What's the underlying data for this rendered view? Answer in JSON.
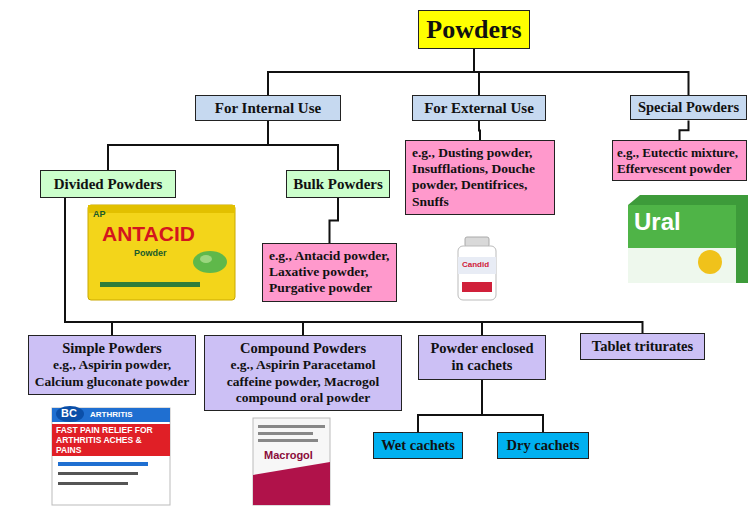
{
  "diagram": {
    "nodes": [
      {
        "text": [
          "Powders"
        ]
      },
      {
        "text": [
          "For Internal Use"
        ]
      },
      {
        "text": [
          "For External Use"
        ]
      },
      {
        "text": [
          "Special Powders"
        ]
      },
      {
        "text": [
          "Divided Powders"
        ]
      },
      {
        "text": [
          "Bulk Powders"
        ]
      },
      {
        "text": [
          "e.g., Dusting powder, Insufflations, Douche powder, Dentifrices, Snuffs"
        ]
      },
      {
        "text": [
          "e.g., Eutectic mixture, Effervescent powder"
        ]
      },
      {
        "text": [
          "e.g., Antacid powder, Laxative powder, Purgative powder"
        ]
      },
      {
        "text": [
          "Simple Powders",
          "e.g., Aspirin powder, Calcium gluconate powder"
        ]
      },
      {
        "text": [
          "Compound Powders",
          "e.g., Aspirin Paracetamol caffeine powder, Macrogol compound oral powder"
        ]
      },
      {
        "text": [
          "Powder enclosed in cachets"
        ]
      },
      {
        "text": [
          "Tablet triturates"
        ]
      },
      {
        "text": [
          "Wet cachets"
        ]
      },
      {
        "text": [
          "Dry cachets"
        ]
      }
    ],
    "edges": [
      {
        "from": 0,
        "to": 1,
        "arrow": "none"
      },
      {
        "from": 0,
        "to": 2,
        "arrow": "none"
      },
      {
        "from": 0,
        "to": 3,
        "arrow": "none"
      },
      {
        "from": 1,
        "to": 4,
        "arrow": "none"
      },
      {
        "from": 1,
        "to": 5,
        "arrow": "none"
      },
      {
        "from": 2,
        "to": 6,
        "arrow": "none"
      },
      {
        "from": 3,
        "to": 7,
        "arrow": "none"
      },
      {
        "from": 5,
        "to": 8,
        "arrow": "none"
      },
      {
        "from": 4,
        "to": 9,
        "arrow": "none"
      },
      {
        "from": 4,
        "to": 10,
        "arrow": "none"
      },
      {
        "from": 4,
        "to": 11,
        "arrow": "none"
      },
      {
        "from": 4,
        "to": 12,
        "arrow": "none"
      },
      {
        "from": 11,
        "to": 13,
        "arrow": "none"
      },
      {
        "from": 11,
        "to": 14,
        "arrow": "none"
      }
    ],
    "labels": [
      "AP",
      "ANTACID",
      "Powder",
      "Candid",
      "Ural",
      "BC",
      "ARTHRITIS",
      "FAST PAIN RELIEF FOR ARTHRITIS ACHES & PAINS",
      "Macrogol"
    ]
  }
}
